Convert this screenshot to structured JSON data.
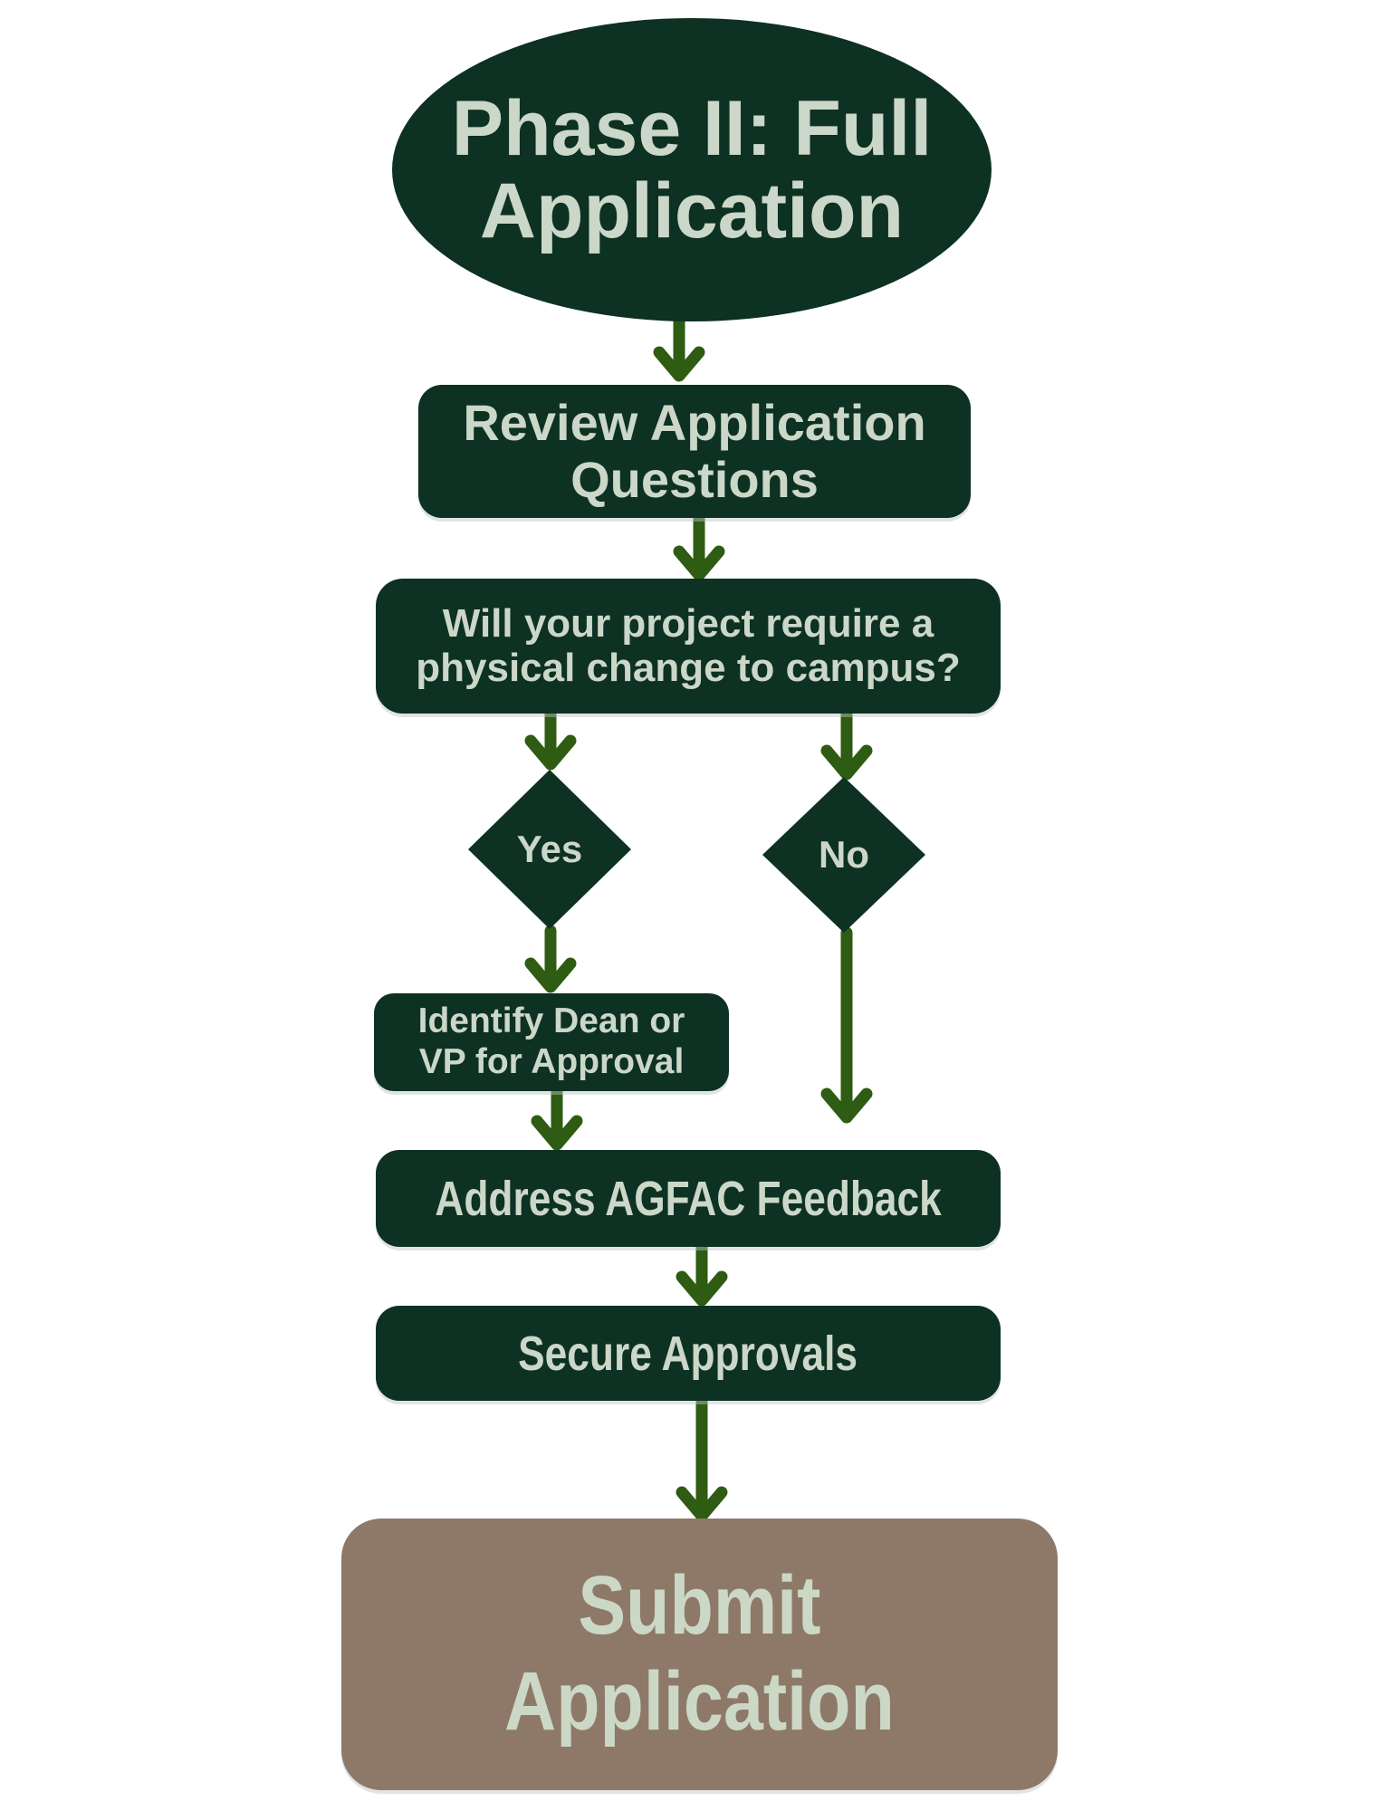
{
  "flowchart": {
    "title": "Phase II: Full Application",
    "nodes": {
      "start": {
        "type": "terminator",
        "lines": [
          "Phase II: Full",
          "Application"
        ]
      },
      "review": {
        "type": "process",
        "lines": [
          "Review Application",
          "Questions"
        ]
      },
      "question": {
        "type": "process",
        "lines": [
          "Will your project require a",
          "physical change to campus?"
        ]
      },
      "yes": {
        "type": "decision",
        "label": "Yes"
      },
      "no": {
        "type": "decision",
        "label": "No"
      },
      "identify": {
        "type": "process",
        "lines": [
          "Identify Dean or",
          "VP for Approval"
        ]
      },
      "address": {
        "type": "process",
        "label": "Address AGFAC Feedback"
      },
      "secure": {
        "type": "process",
        "label": "Secure Approvals"
      },
      "submit": {
        "type": "terminator",
        "lines": [
          "Submit",
          "Application"
        ]
      }
    },
    "edges": [
      {
        "from": "start",
        "to": "review"
      },
      {
        "from": "review",
        "to": "question"
      },
      {
        "from": "question",
        "to": "yes"
      },
      {
        "from": "question",
        "to": "no"
      },
      {
        "from": "yes",
        "to": "identify"
      },
      {
        "from": "identify",
        "to": "address"
      },
      {
        "from": "no",
        "to": "address"
      },
      {
        "from": "address",
        "to": "secure"
      },
      {
        "from": "secure",
        "to": "submit"
      }
    ],
    "colors": {
      "node_fill": "#0d3122",
      "submit_fill": "#8e7969",
      "arrow": "#2e5c12",
      "label_text": "#cbd7c8",
      "background": "#ffffff"
    }
  }
}
